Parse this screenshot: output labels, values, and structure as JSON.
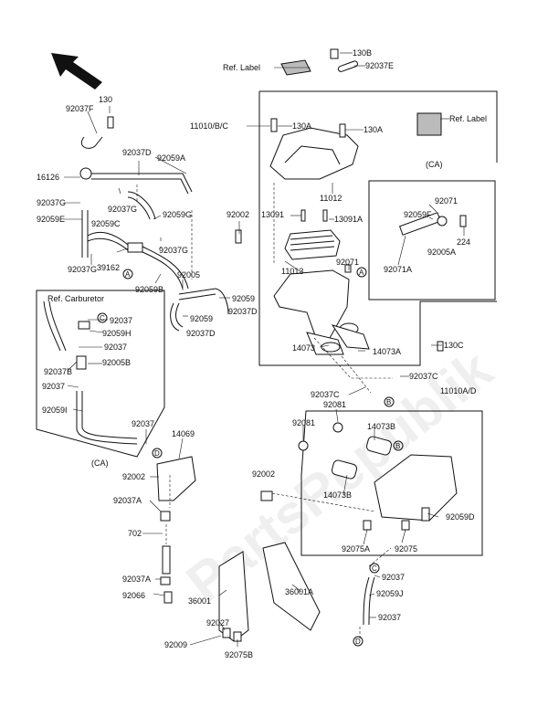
{
  "watermark": "PartsRepublik",
  "labels": {
    "ref_label_top": "Ref. Label",
    "p130B": "130B",
    "p92037E": "92037E",
    "p130": "130",
    "p92037F": "92037F",
    "p11010BC": "11010/B/C",
    "p130A_1": "130A",
    "p130A_2": "130A",
    "ref_label_right": "Ref. Label",
    "p92037D_top": "92037D",
    "p92059A": "92059A",
    "p16126": "16126",
    "p11012": "11012",
    "ca_top": "(CA)",
    "p92037G_1": "92037G",
    "p92037G_2": "92037G",
    "p92059G": "92059G",
    "p92059E": "92059E",
    "p92059C": "92059C",
    "p92002_top": "92002",
    "p13091": "13091",
    "p13091A": "13091A",
    "p92071": "92071",
    "p92059F": "92059F",
    "p92037G_3": "92037G",
    "p39162": "39162",
    "p92037G_4": "92037G",
    "p92059B": "92059B",
    "p11013": "11013",
    "p92071_2": "92071",
    "p224": "224",
    "p92005A": "92005A",
    "p92071A": "92071A",
    "ref_carburetor": "Ref. Carburetor",
    "p92005": "92005",
    "p92059_1": "92059",
    "p92037D_2": "92037D",
    "p92059_2": "92059",
    "p92037D_3": "92037D",
    "p92037_1": "92037",
    "p92059H": "92059H",
    "p92037_2": "92037",
    "p92037B": "92037B",
    "p92005B": "92005B",
    "p92037_3": "92037",
    "p14073": "14073",
    "p14073A": "14073A",
    "p130C": "130C",
    "p92037C_1": "92037C",
    "p92037C_2": "92037C",
    "p92081_1": "92081",
    "p11010AD": "11010A/D",
    "p92059I": "92059I",
    "p92037_4": "92037",
    "p92081_2": "92081",
    "p14073B_1": "14073B",
    "p14069": "14069",
    "ca_bottom": "(CA)",
    "p92002_mid": "92002",
    "p92002_low": "92002",
    "p14073B_2": "14073B",
    "p92037A_1": "92037A",
    "p92059D": "92059D",
    "p702": "702",
    "p92075A": "92075A",
    "p92075": "92075",
    "p92037A_2": "92037A",
    "p92066": "92066",
    "p36001": "36001",
    "p36001A": "36001A",
    "p92037_5": "92037",
    "p92059J": "92059J",
    "p92027": "92027",
    "p92037_6": "92037",
    "p92009": "92009",
    "p92075B": "92075B"
  },
  "refs": {
    "A": "A",
    "B": "B",
    "C": "C",
    "D": "D"
  }
}
